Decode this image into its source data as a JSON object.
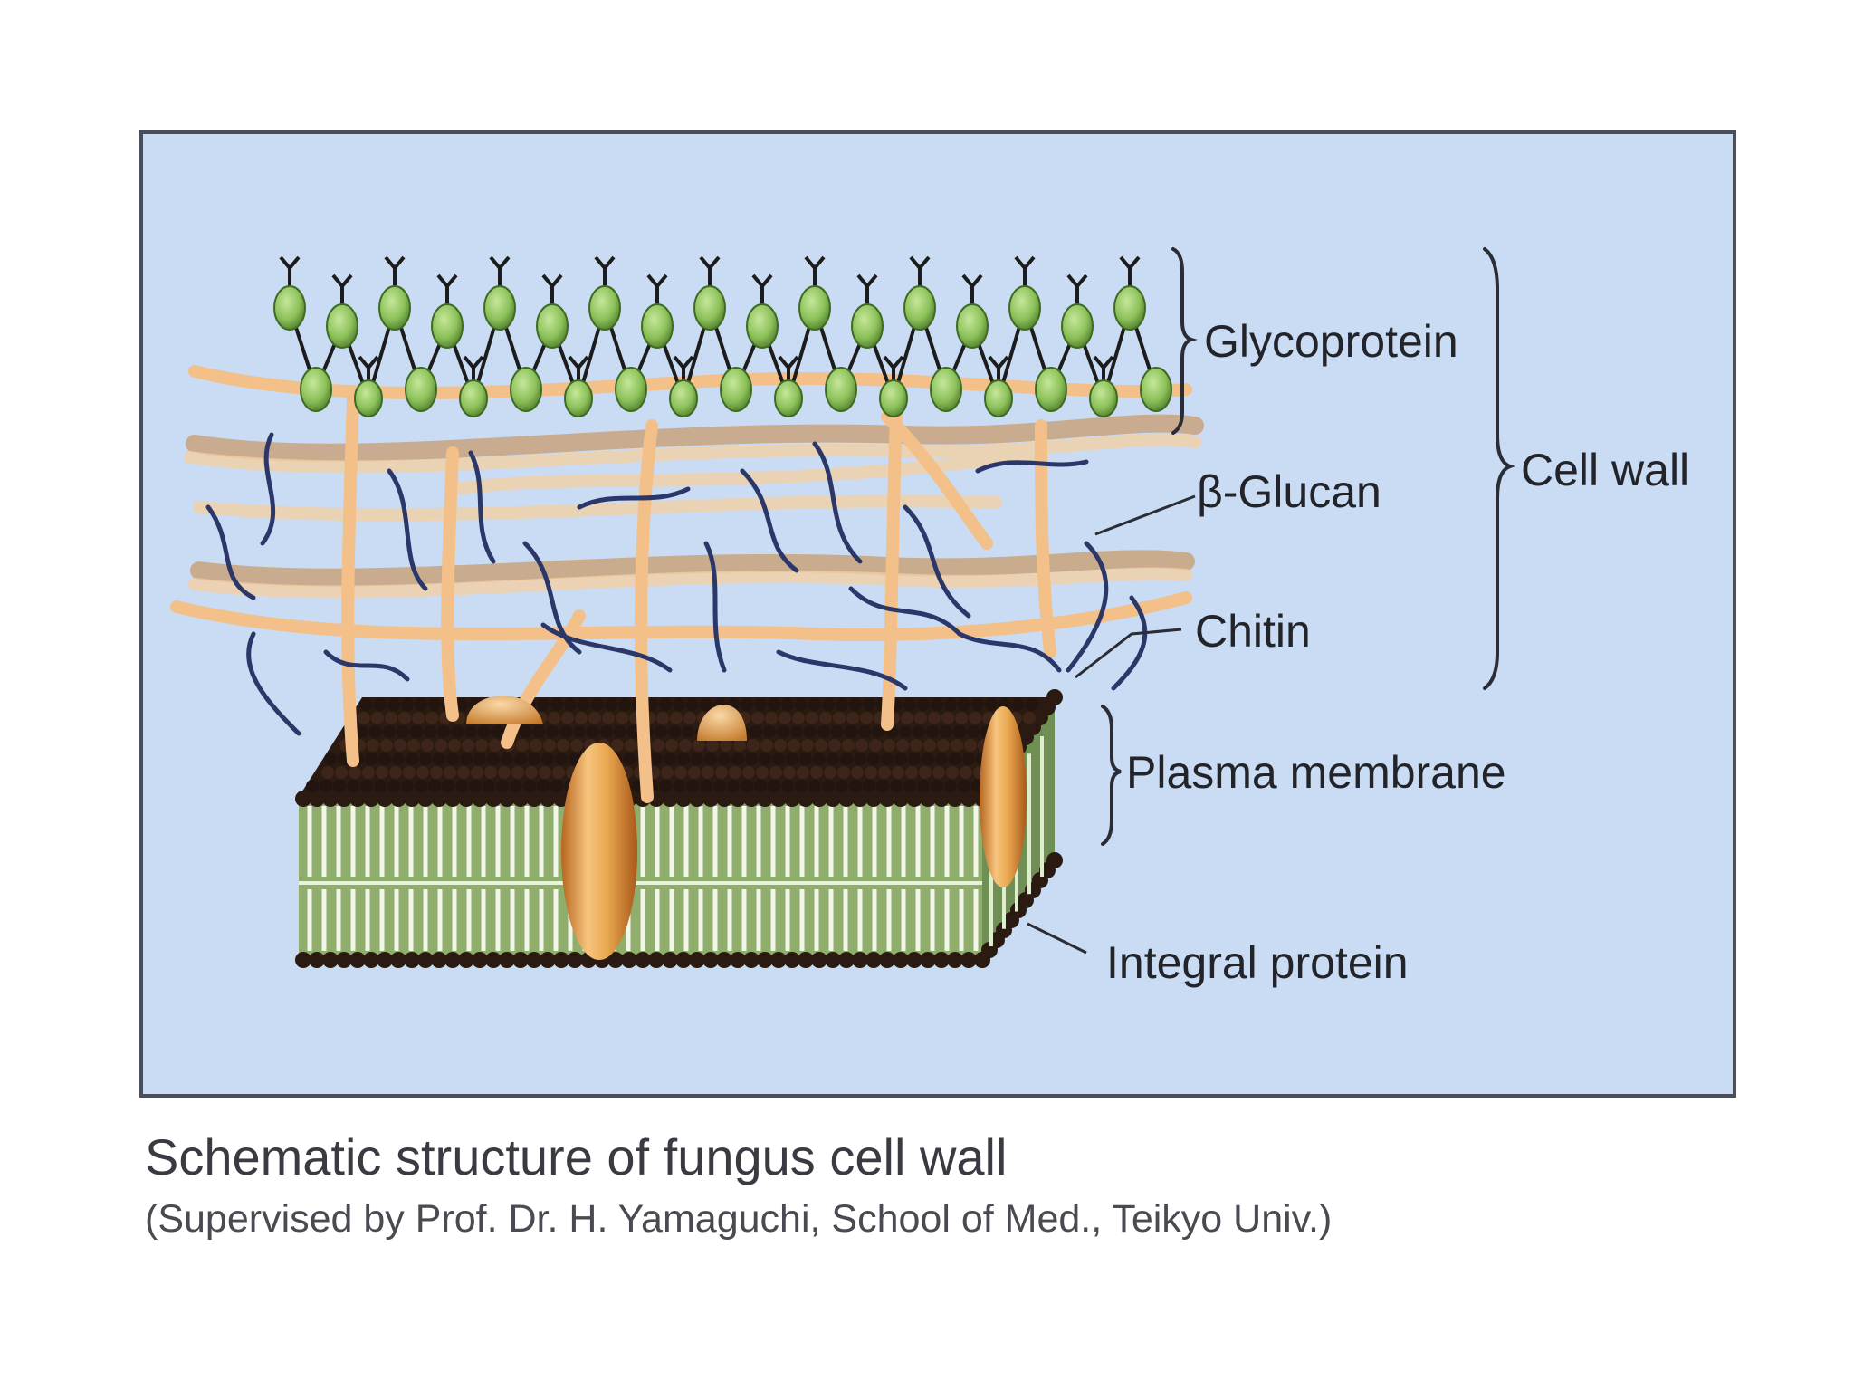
{
  "labels": {
    "glycoprotein": "Glycoprotein",
    "beta_glucan": "β-Glucan",
    "chitin": "Chitin",
    "cell_wall": "Cell wall",
    "plasma_membrane": "Plasma membrane",
    "integral_protein": "Integral protein"
  },
  "caption": {
    "title": "Schematic structure of fungus cell wall",
    "credit": "(Supervised by Prof. Dr. H. Yamaguchi, School of Med., Teikyo Univ.)"
  },
  "colors": {
    "panel_background": "#c9dcf3",
    "panel_border": "#4a4e5a",
    "glycoprotein": "#8cc15a",
    "chitin_fiber": "#f2c088",
    "beta_glucan_strand": "#2a3768",
    "membrane_head": "#2b1a12",
    "membrane_tail": "#8fae6e",
    "integral_protein": "#e9a84f"
  }
}
